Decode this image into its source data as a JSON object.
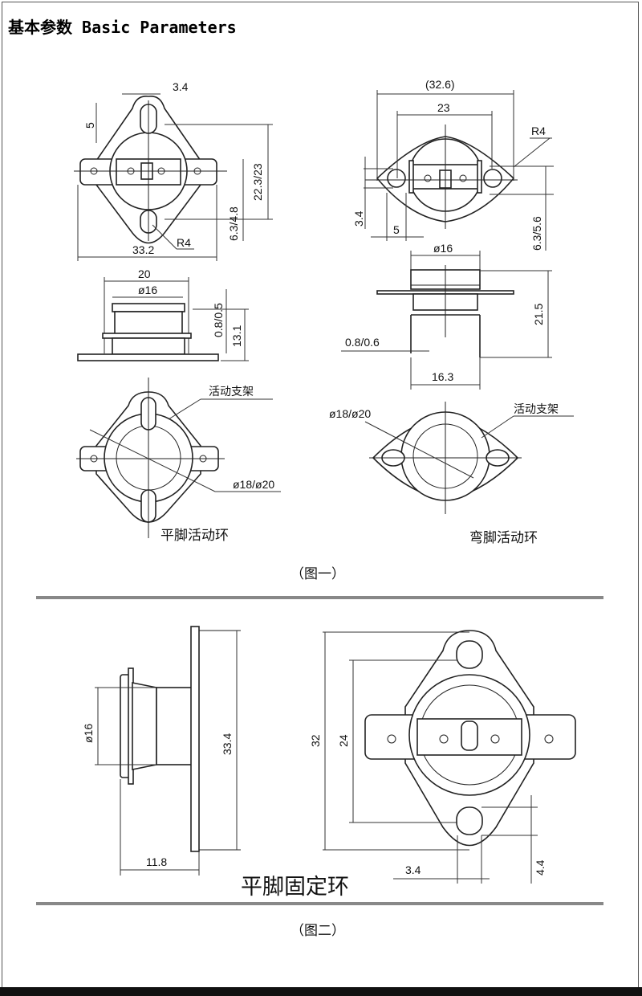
{
  "title": "基本参数  Basic Parameters",
  "figure1": {
    "caption": "（图一）",
    "flat_top": {
      "d_slot_width": "3.4",
      "d_slot_offset": "5",
      "d_hole_span": "22.3/23",
      "d_tab_width": "6.3/4.8",
      "d_radius": "R4",
      "d_total_width": "33.2"
    },
    "flat_side": {
      "d_width": "20",
      "d_cap": "ø16",
      "d_thickness": "0.8/0.5",
      "d_height": "13.1"
    },
    "flat_bottom": {
      "bracket_label": "活动支架",
      "d_ring": "ø18/ø20",
      "caption": "平脚活动环"
    },
    "bent_top": {
      "d_total": "(32.6)",
      "d_hole_span": "23",
      "d_radius": "R4",
      "d_hole": "3.4",
      "d_offset": "5",
      "d_tab": "6.3/5.6"
    },
    "bent_side": {
      "d_cap": "ø16",
      "d_height": "21.5",
      "d_thickness": "0.8/0.6",
      "d_leg_span": "16.3"
    },
    "bent_bottom": {
      "d_ring": "ø18/ø20",
      "bracket_label": "活动支架",
      "caption": "弯脚活动环"
    }
  },
  "figure2": {
    "caption": "（图二）",
    "label": "平脚固定环",
    "side": {
      "d_cap": "ø16",
      "d_height": "33.4",
      "d_depth": "11.8"
    },
    "front": {
      "d_total": "32",
      "d_hole_span": "24",
      "d_slot": "3.4",
      "d_slot_len": "4.4"
    }
  },
  "colors": {
    "separator": "#888888",
    "bottom_bar": "#111111"
  }
}
